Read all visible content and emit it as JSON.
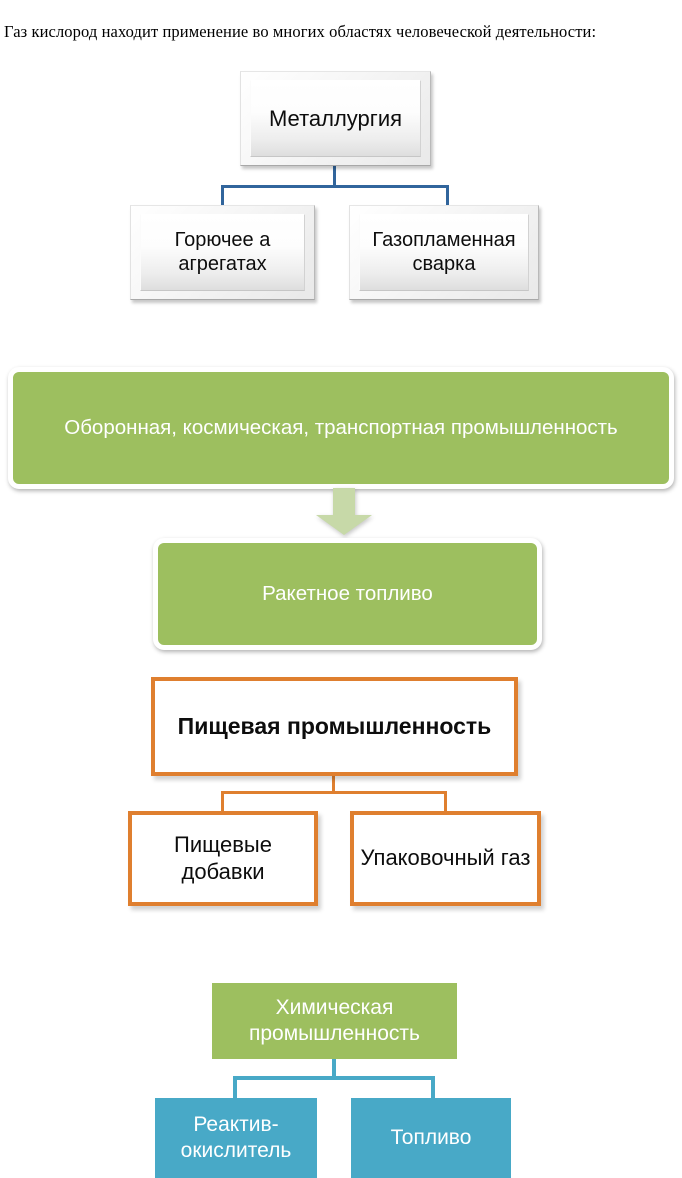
{
  "document": {
    "intro_text": "Газ кислород находит применение во многих областях человеческой деятельности:"
  },
  "colors": {
    "green": "#9dbf5f",
    "light_green_arrow": "#c7d9a8",
    "teal": "#48a9c7",
    "orange": "#df7f2f",
    "blue_connector": "#31659c",
    "box_text_dark": "#0d0d0d",
    "box_text_light": "#ffffff"
  },
  "diagrams": [
    {
      "id": "metallurgy",
      "style": "beveled-grey",
      "connector_color": "#31659c",
      "parent": {
        "label": "Металлургия"
      },
      "children": [
        {
          "label": "Горючее а агрегатах"
        },
        {
          "label": "Газопламенная сварка"
        }
      ]
    },
    {
      "id": "defense-space-transport",
      "style": "green-rounded",
      "connector": "down-arrow",
      "parent": {
        "label": "Оборонная, космическая, транспортная промышленность"
      },
      "children": [
        {
          "label": "Ракетное топливо"
        }
      ]
    },
    {
      "id": "food-industry",
      "style": "orange-outlined",
      "connector_color": "#df7f2f",
      "parent": {
        "label": "Пищевая промышленность"
      },
      "children": [
        {
          "label": "Пищевые добавки"
        },
        {
          "label": "Упаковочный газ"
        }
      ]
    },
    {
      "id": "chemical-industry",
      "style": "flat-colored",
      "connector_color": "#48a9c7",
      "parent": {
        "label": "Химическая промышленность"
      },
      "children": [
        {
          "label": "Реактив-окислитель"
        },
        {
          "label": "Топливо"
        }
      ]
    }
  ]
}
